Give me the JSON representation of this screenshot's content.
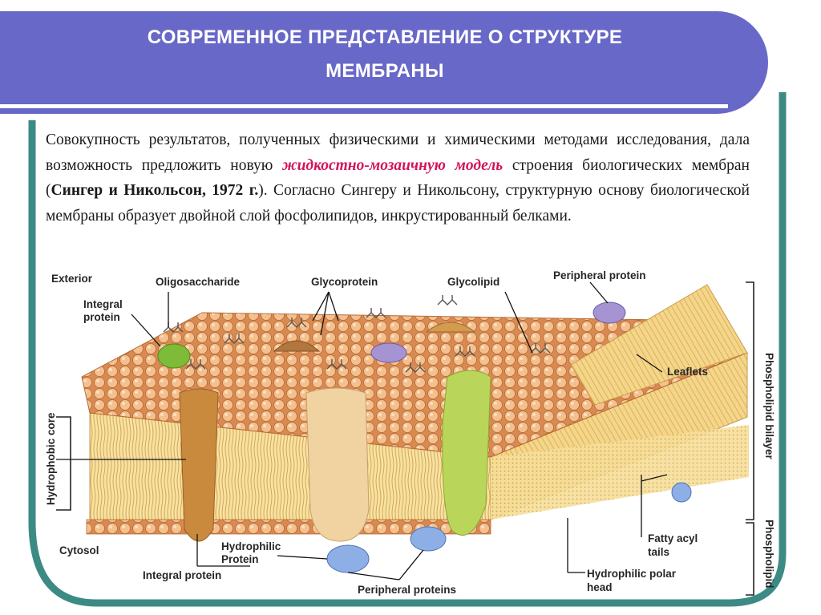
{
  "slide": {
    "title_line1": "СОВРЕМЕННОЕ ПРЕДСТАВЛЕНИЕ О СТРУКТУРЕ",
    "title_line2": "МЕМБРАНЫ",
    "colors": {
      "banner": "#6868c8",
      "frame": "#3c8a84",
      "highlight": "#d4145a"
    }
  },
  "body": {
    "seg1": "Совокупность результатов, полученных физическими и химическими методами исследования, дала возможность предложить новую ",
    "seg2": "жидкостно-мозаичную модель",
    "seg3": " строения биологических мембран (",
    "seg4": "Сингер и Никольсон, 1972 г.",
    "seg5": "). Согласно Сингеру и Никольсону, структурную основу биологической мембраны образует двойной слой фосфолипидов, инкрустированный белками."
  },
  "diagram": {
    "labels": {
      "exterior": "Exterior",
      "oligosaccharide": "Oligosaccharide",
      "glycoprotein": "Glycoprotein",
      "glycolipid": "Glycolipid",
      "peripheral_protein": "Peripheral protein",
      "integral_protein_top_1": "Integral",
      "integral_protein_top_2": "protein",
      "leaflets": "Leaflets",
      "phospholipid_bilayer": "Phospholipid bilayer",
      "hydrophobic_core": "Hydrophobic core",
      "phospholipid": "Phospholipid",
      "cytosol": "Cytosol",
      "hydrophilic_protein_1": "Hydrophilic",
      "hydrophilic_protein_2": "Protein",
      "integral_protein_bottom": "Integral protein",
      "peripheral_proteins": "Peripheral proteins",
      "fatty_acyl_tails_1": "Fatty acyl",
      "fatty_acyl_tails_2": "tails",
      "hydrophilic_polar_head_1": "Hydrophilic polar",
      "hydrophilic_polar_head_2": "head"
    }
  }
}
